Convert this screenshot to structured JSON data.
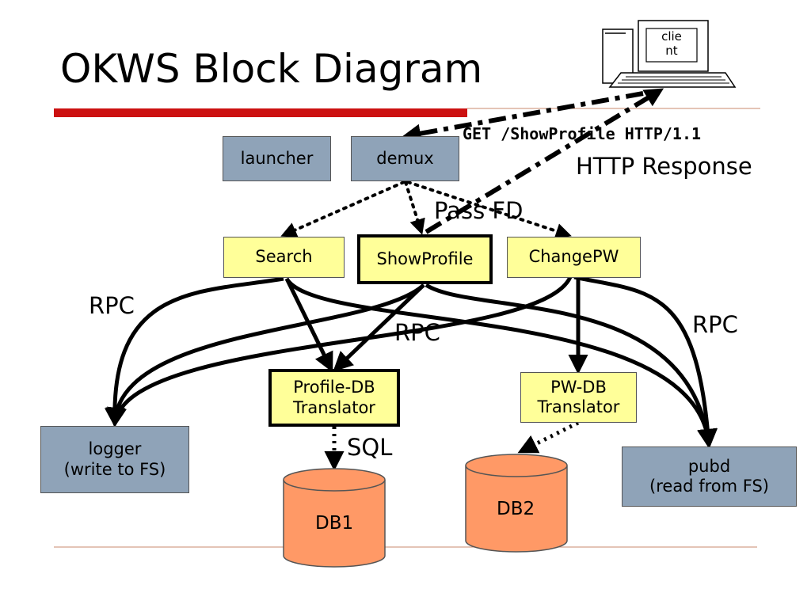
{
  "title": "OKWS Block Diagram",
  "colors": {
    "title_bar": "#cc1111",
    "rule": "#c98a6c",
    "process_box": "#8fa3b8",
    "service_box": "#ffff99",
    "database": "#ff9966"
  },
  "client": {
    "label": "clie\nnt",
    "icon": "computer-icon"
  },
  "nodes": {
    "launcher": "launcher",
    "demux": "demux",
    "search": "Search",
    "showprofile": "ShowProfile",
    "changepw": "ChangePW",
    "profile_db_translator": "Profile-DB\nTranslator",
    "pw_db_translator": "PW-DB\nTranslator",
    "logger": "logger\n(write to FS)",
    "pubd": "pubd\n(read from FS)",
    "db1": "DB1",
    "db2": "DB2"
  },
  "labels": {
    "get_request": "GET /ShowProfile HTTP/1.1",
    "http_response": "HTTP Response",
    "pass_fd": "Pass FD",
    "rpc_left": "RPC",
    "rpc_center": "RPC",
    "rpc_right": "RPC",
    "sql": "SQL"
  }
}
